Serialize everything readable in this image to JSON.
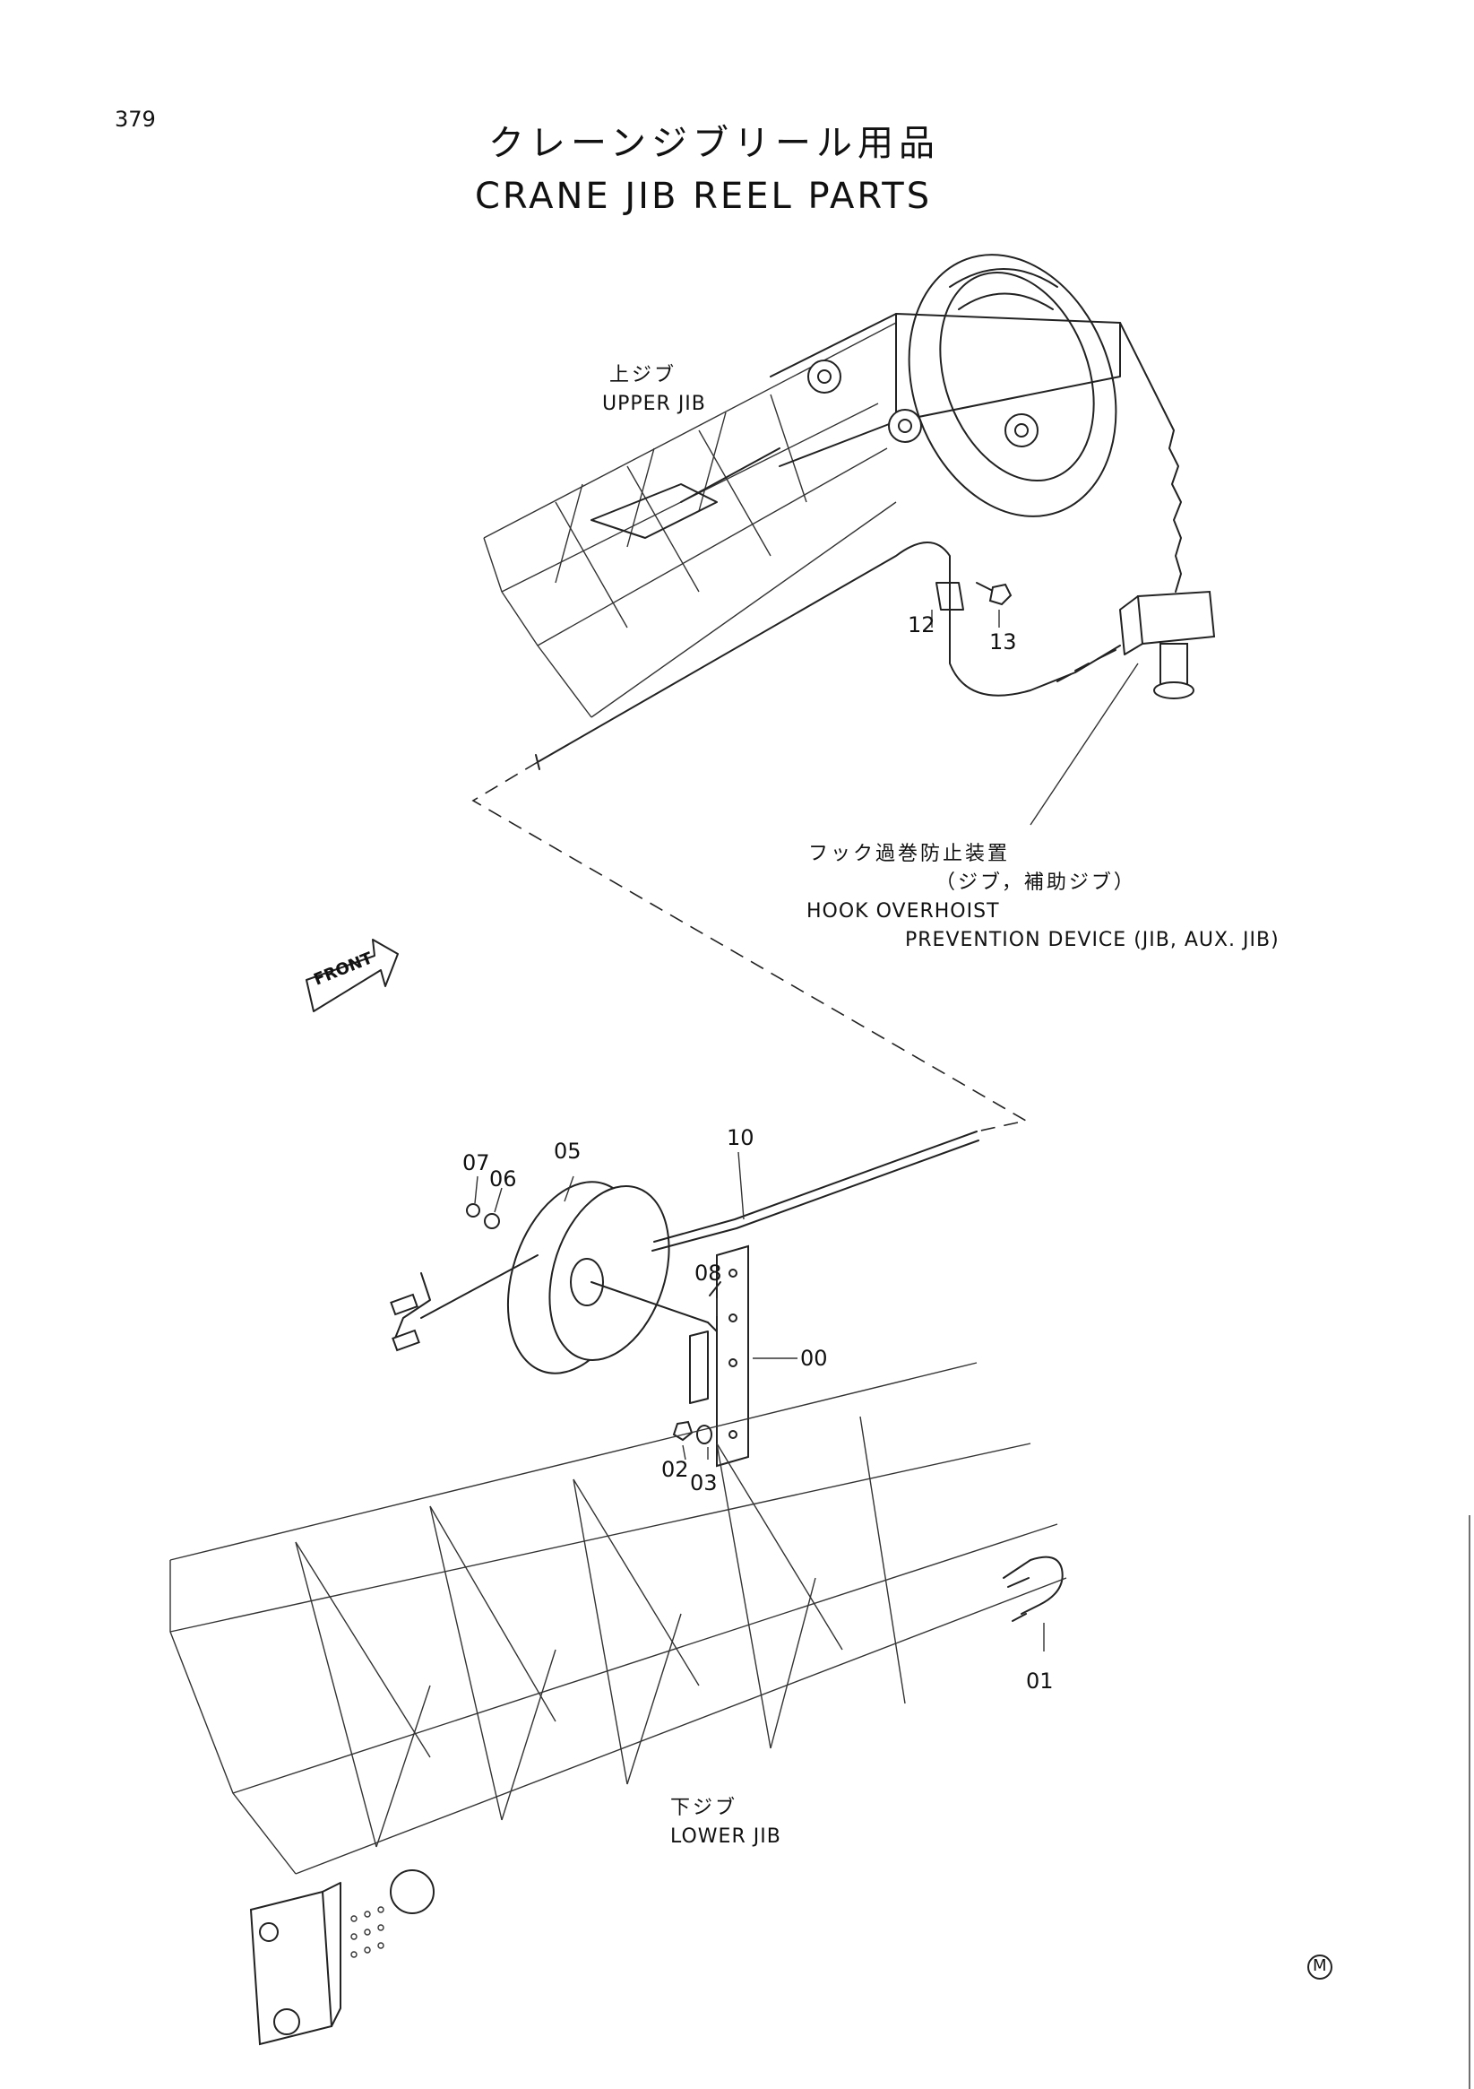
{
  "page_number": "379",
  "title_jp": "クレーンジブリール用品",
  "title_en": "CRANE JIB REEL PARTS",
  "front_arrow": "FRONT",
  "regions": {
    "upper_jib_jp": "上ジブ",
    "upper_jib_en": "UPPER JIB",
    "lower_jib_jp": "下ジブ",
    "lower_jib_en": "LOWER JIB"
  },
  "device": {
    "jp_line1": "フック過巻防止装置",
    "jp_line2": "（ジブ，補助ジブ）",
    "en_line1": "HOOK OVERHOIST",
    "en_line2": "PREVENTION DEVICE (JIB, AUX. JIB)"
  },
  "part_numbers": [
    "00",
    "01",
    "02",
    "03",
    "05",
    "06",
    "07",
    "08",
    "10",
    "12",
    "13"
  ],
  "logo": "M"
}
